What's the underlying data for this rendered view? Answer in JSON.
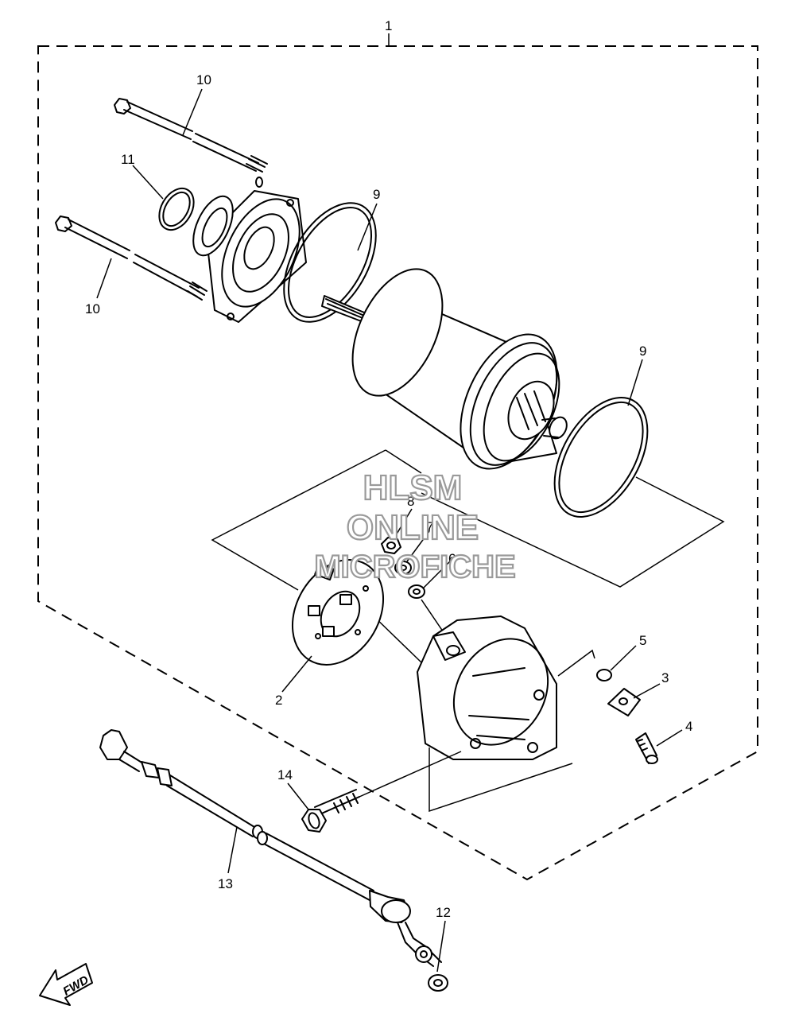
{
  "diagram": {
    "callouts": {
      "c1": "1",
      "c2": "2",
      "c3": "3",
      "c4": "4",
      "c5": "5",
      "c6": "6",
      "c7": "7",
      "c8": "8",
      "c9a": "9",
      "c9b": "9",
      "c10a": "10",
      "c10b": "10",
      "c11": "11",
      "c12": "12",
      "c13": "13",
      "c14": "14"
    },
    "watermark": {
      "line1": "HLSM",
      "line2": "ONLINE",
      "line3": "MICROFICHE"
    },
    "direction_badge": "FWD"
  }
}
